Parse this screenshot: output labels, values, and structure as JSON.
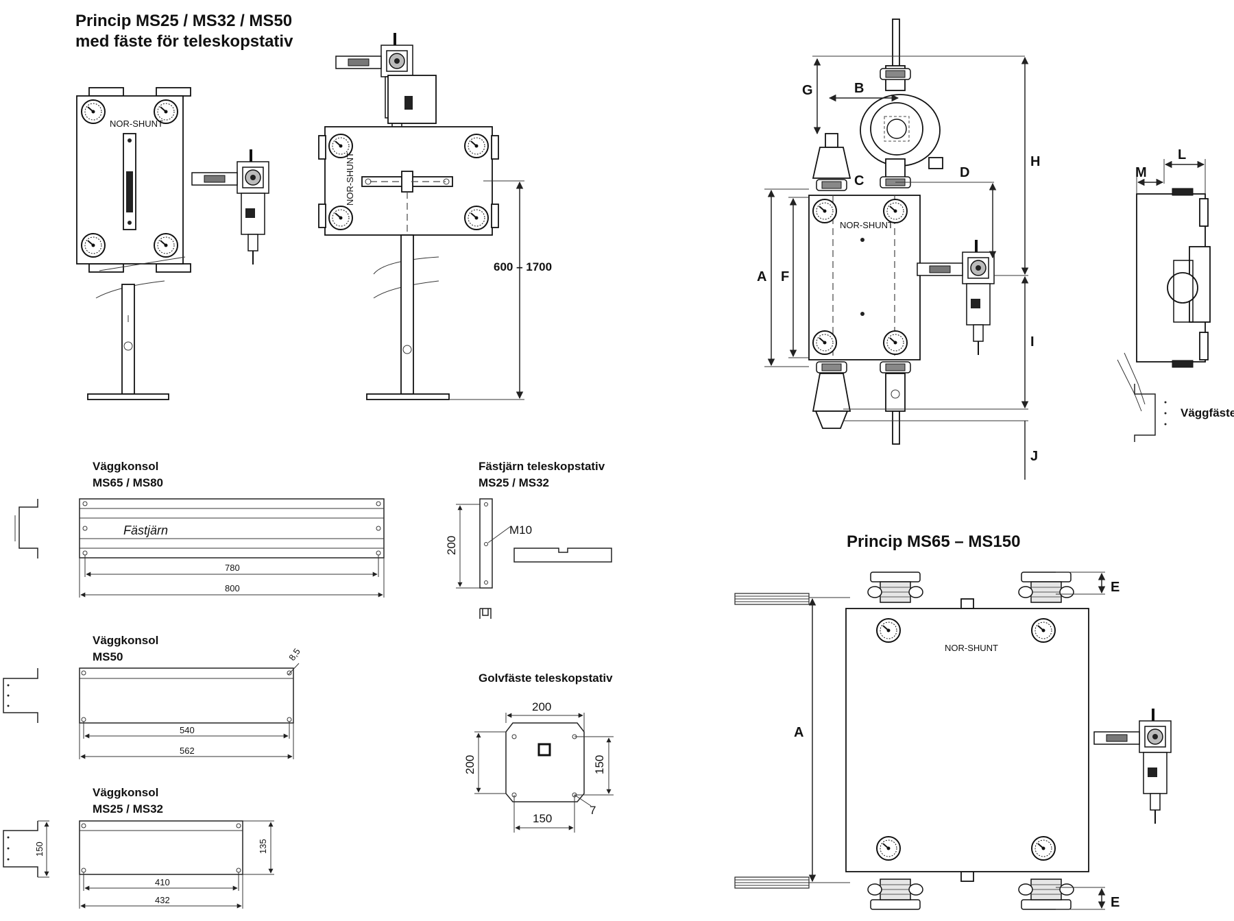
{
  "titles": {
    "small_principle_line1": "Princip MS25 / MS32 / MS50",
    "small_principle_line2": "med fäste för teleskopstativ",
    "large_principle": "Princip MS65 – MS150"
  },
  "brand_label": "NOR-SHUNT",
  "stand_height": "600 – 1700",
  "dimension_letters": {
    "A": "A",
    "B": "B",
    "C": "C",
    "D": "D",
    "E": "E",
    "F": "F",
    "G": "G",
    "H": "H",
    "I": "I",
    "J": "J",
    "L": "L",
    "M": "M"
  },
  "wall_mount_label": "Väggfäste",
  "bracket_ms65": {
    "label_line1": "Väggkonsol",
    "label_line2": "MS65 / MS80",
    "inner_label": "Fästjärn",
    "hole_spacing": "780",
    "length": "800"
  },
  "bracket_ms50": {
    "label_line1": "Väggkonsol",
    "label_line2": "MS50",
    "hole_spacing": "540",
    "length": "562",
    "hole_dia": "8,5"
  },
  "bracket_ms25": {
    "label_line1": "Väggkonsol",
    "label_line2": "MS25 / MS32",
    "hole_spacing": "410",
    "length": "432",
    "height": "150",
    "height_inner": "135"
  },
  "stand_iron": {
    "label_line1": "Fästjärn teleskopstativ",
    "label_line2": "MS25 / MS32",
    "height": "200",
    "thread": "M10"
  },
  "floor_mount": {
    "label": "Golvfäste teleskopstativ",
    "width": "200",
    "height": "200",
    "hole_width": "150",
    "hole_height": "150",
    "hole_dia": "7"
  }
}
